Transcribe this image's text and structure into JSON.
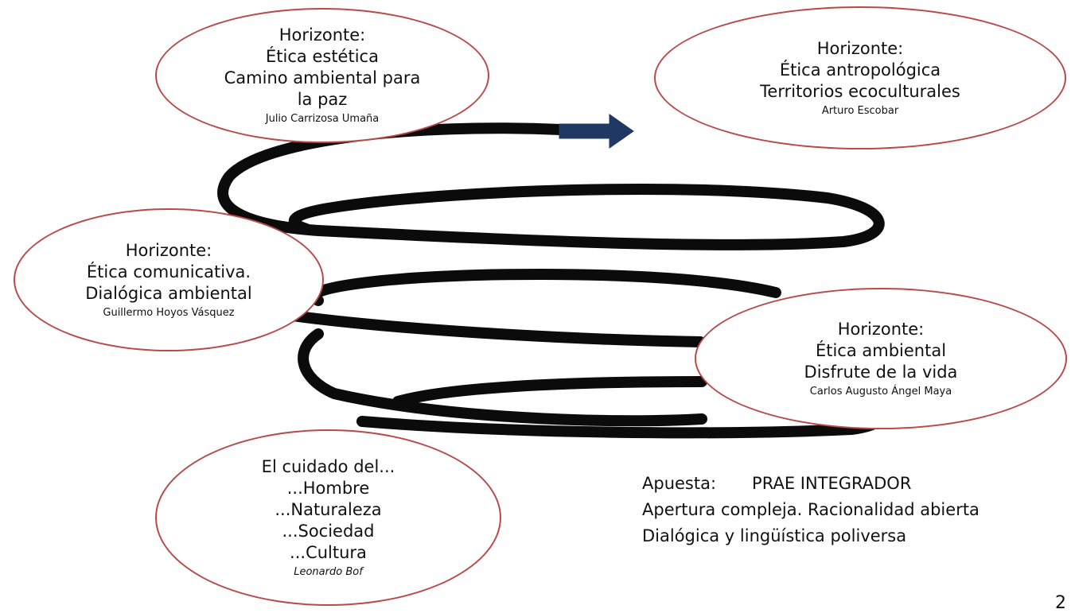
{
  "colors": {
    "ellipse_border": "#b84a4a",
    "spiral": "#0b0b0b",
    "arrow_fill": "#1f3864"
  },
  "ellipses": {
    "estetica": {
      "lines": [
        "Horizonte:",
        "Ética estética",
        "Camino ambiental para",
        "la paz"
      ],
      "author": "Julio Carrizosa Umaña"
    },
    "antropologica": {
      "lines": [
        "Horizonte:",
        "Ética antropológica",
        "Territorios ecoculturales"
      ],
      "author": "Arturo Escobar"
    },
    "comunicativa": {
      "lines": [
        "Horizonte:",
        "Ética comunicativa.",
        "Dialógica ambiental"
      ],
      "author": "Guillermo Hoyos Vásquez"
    },
    "ambiental": {
      "lines": [
        "Horizonte:",
        "Ética ambiental",
        "Disfrute de la vida"
      ],
      "author": "Carlos Augusto Ángel Maya"
    },
    "cuidado": {
      "lines": [
        "El cuidado del...",
        "...Hombre",
        "...Naturaleza",
        "...Sociedad",
        "...Cultura"
      ],
      "author": "Leonardo Bof"
    }
  },
  "apuesta": {
    "label": "Apuesta:",
    "title": "PRAE INTEGRADOR",
    "line2": "Apertura compleja. Racionalidad abierta",
    "line3": "Dialógica y lingüística poliversa"
  },
  "page_number": "2"
}
